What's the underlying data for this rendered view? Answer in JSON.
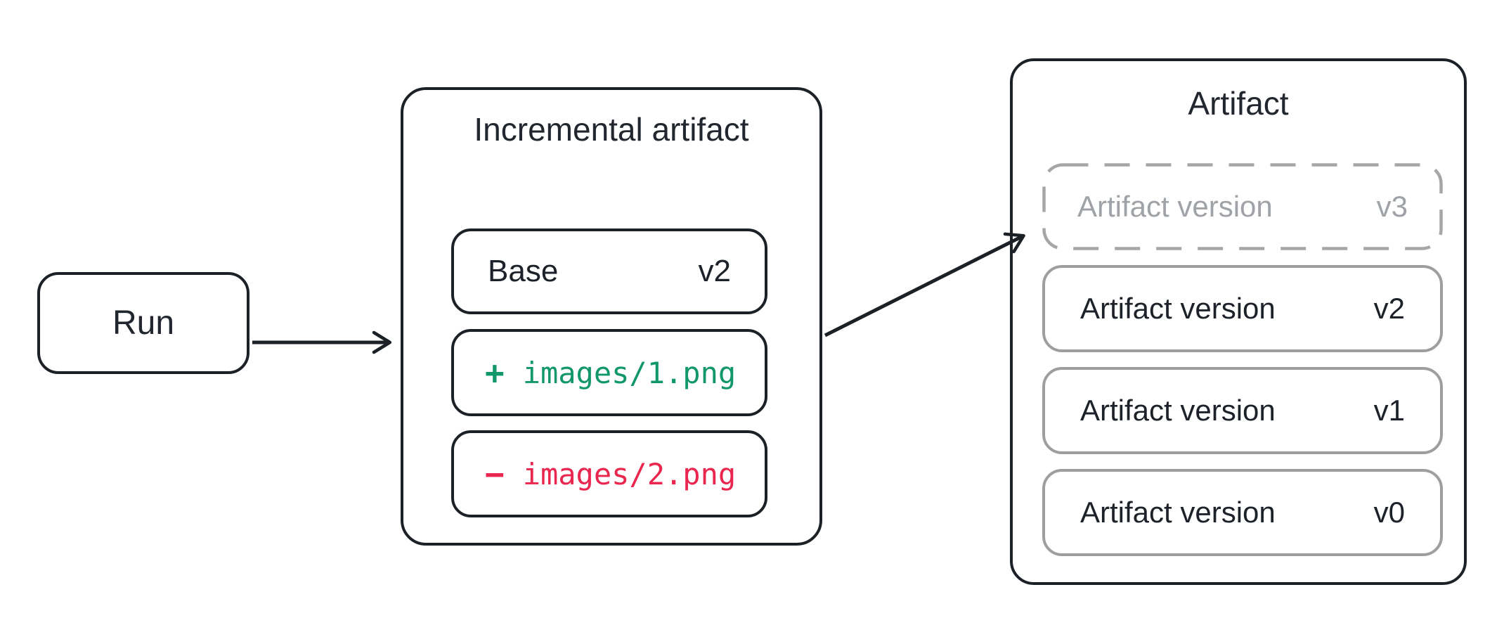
{
  "colors": {
    "stroke_dark": "#1c2027",
    "stroke_gray": "#9e9e9e",
    "dashed_gray": "#a6a6a6",
    "text_dark": "#1d2129",
    "text_gray": "#9fa2a6",
    "added_green": "#12976a",
    "removed_red": "#e9264e",
    "background": "#ffffff"
  },
  "run_node": {
    "label": "Run"
  },
  "incremental_node": {
    "title": "Incremental artifact",
    "base_row": {
      "label": "Base",
      "version": "v2"
    },
    "added_row": {
      "sign": "+",
      "path": "images/1.png"
    },
    "removed_row": {
      "sign": "−",
      "path": "images/2.png"
    }
  },
  "artifact_node": {
    "title": "Artifact",
    "versions": [
      {
        "label": "Artifact version",
        "version": "v3",
        "state": "pending"
      },
      {
        "label": "Artifact version",
        "version": "v2",
        "state": "committed"
      },
      {
        "label": "Artifact version",
        "version": "v1",
        "state": "committed"
      },
      {
        "label": "Artifact version",
        "version": "v0",
        "state": "committed"
      }
    ]
  }
}
